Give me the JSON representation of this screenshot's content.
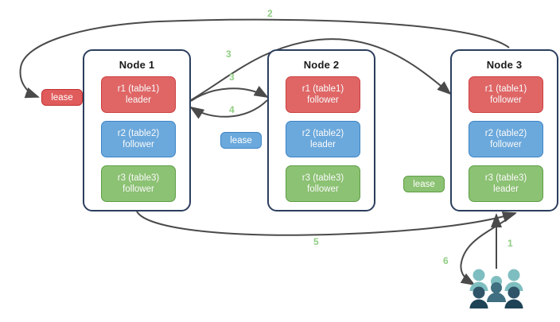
{
  "diagram": {
    "title": "",
    "colors": {
      "red": "#e06666",
      "blue": "#6ba9dd",
      "green": "#8cc273",
      "node_border": "#2c3e5d",
      "edge": "#4a4a4a",
      "label_green": "#8fce82",
      "users_light": "#7fbec0",
      "users_dark": "#2f5468"
    },
    "nodes": [
      {
        "title": "Node 1",
        "replicas": [
          {
            "name": "r1 (table1)",
            "role": "leader",
            "color": "red"
          },
          {
            "name": "r2 (table2)",
            "role": "follower",
            "color": "blue"
          },
          {
            "name": "r3 (table3)",
            "role": "follower",
            "color": "green"
          }
        ]
      },
      {
        "title": "Node 2",
        "replicas": [
          {
            "name": "r1 (table1)",
            "role": "follower",
            "color": "red"
          },
          {
            "name": "r2 (table2)",
            "role": "leader",
            "color": "blue"
          },
          {
            "name": "r3 (table3)",
            "role": "follower",
            "color": "green"
          }
        ]
      },
      {
        "title": "Node 3",
        "replicas": [
          {
            "name": "r1 (table1)",
            "role": "follower",
            "color": "red"
          },
          {
            "name": "r2 (table2)",
            "role": "follower",
            "color": "blue"
          },
          {
            "name": "r3 (table3)",
            "role": "leader",
            "color": "green"
          }
        ]
      }
    ],
    "leases": [
      {
        "label": "lease",
        "color": "red"
      },
      {
        "label": "lease",
        "color": "blue"
      },
      {
        "label": "lease",
        "color": "green"
      }
    ],
    "edge_labels": [
      {
        "text": "1"
      },
      {
        "text": "2"
      },
      {
        "text": "3"
      },
      {
        "text": "3"
      },
      {
        "text": "4"
      },
      {
        "text": "5"
      },
      {
        "text": "6"
      }
    ],
    "users": {
      "name": "users-group"
    }
  }
}
